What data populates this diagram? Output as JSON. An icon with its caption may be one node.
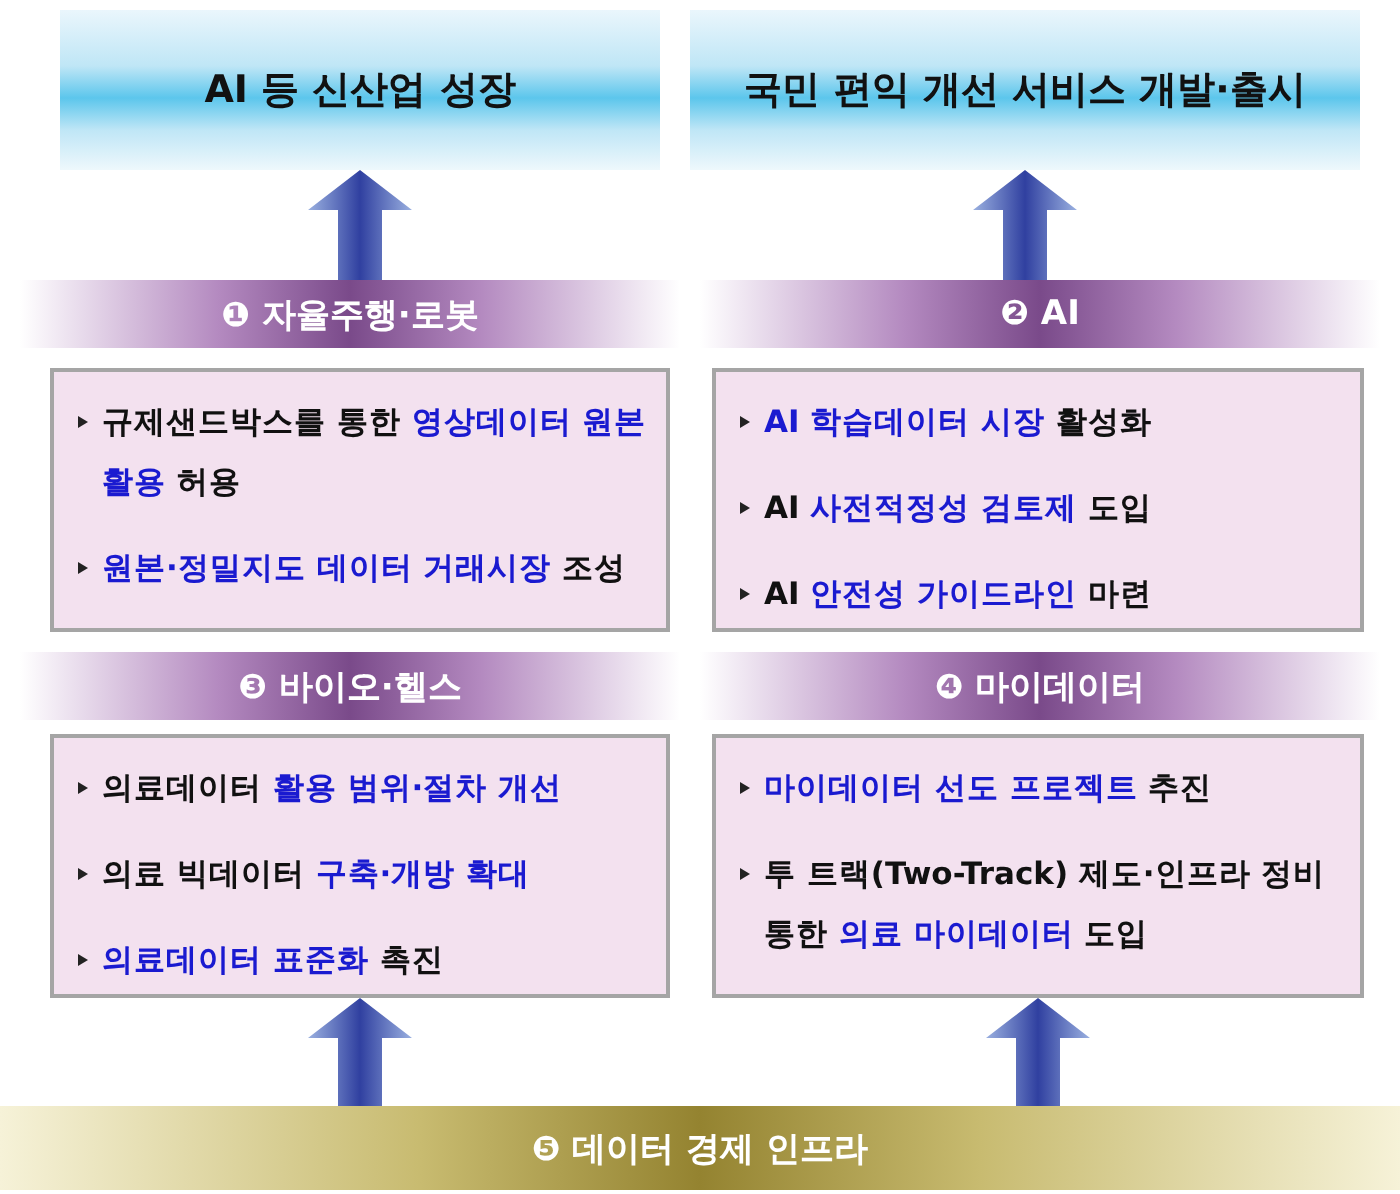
{
  "diagram": {
    "nodes": [
      {
        "text": [
          "AI 등 신산업 성장"
        ]
      },
      {
        "text": [
          "국민 편익 개선 서비스 개발·출시"
        ]
      },
      {
        "text": [
          "❶ 자율주행·로봇"
        ]
      },
      {
        "text": [
          "❷ AI"
        ]
      },
      {
        "text": [
          "규제샌드박스를 통한 **영상데이터 원본 활용** 허용",
          "**원본·정밀지도 데이터 거래시장** 조성"
        ]
      },
      {
        "text": [
          "**AI 학습데이터 시장** 활성화",
          "AI **사전적정성 검토제** 도입",
          "AI **안전성 가이드라인** 마련"
        ]
      },
      {
        "text": [
          "❸ 바이오·헬스"
        ]
      },
      {
        "text": [
          "❹ 마이데이터"
        ]
      },
      {
        "text": [
          "의료데이터 **활용 범위·절차 개선**",
          "의료 빅데이터 **구축·개방 확대**",
          "**의료데이터 표준화** 촉진"
        ]
      },
      {
        "text": [
          "**마이데이터 선도 프로젝트** 추진",
          "투 트랙(Two-Track) 제도·인프라 정비 통한 **의료 마이데이터** 도입"
        ]
      },
      {
        "text": [
          "❺ 데이터 경제 인프라"
        ]
      }
    ],
    "edges": [
      {
        "from": 2,
        "to": 0,
        "arrow": "to"
      },
      {
        "from": 3,
        "to": 1,
        "arrow": "to"
      },
      {
        "from": 10,
        "to": 8,
        "arrow": "to"
      },
      {
        "from": 10,
        "to": 9,
        "arrow": "to"
      }
    ]
  }
}
